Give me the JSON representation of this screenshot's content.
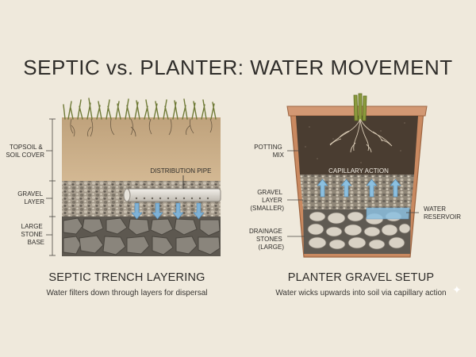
{
  "title": "SEPTIC vs. PLANTER: WATER MOVEMENT",
  "septic": {
    "heading": "SEPTIC TRENCH LAYERING",
    "subheading": "Water filters down through layers for dispersal",
    "labels": {
      "topsoil": [
        "TOPSOIL &",
        "SOIL COVER"
      ],
      "gravel": [
        "GRAVEL",
        "LAYER"
      ],
      "stone": [
        "LARGE",
        "STONE",
        "BASE"
      ],
      "pipe": "DISTRIBUTION PIPE"
    }
  },
  "planter": {
    "heading": "PLANTER GRAVEL SETUP",
    "subheading": "Water wicks upwards into soil via capillary action",
    "labels": {
      "potting": [
        "POTTING",
        "MIX"
      ],
      "capillary": "CAPILLARY ACTION",
      "gravel": [
        "GRAVEL",
        "LAYER",
        "(SMALLER)"
      ],
      "drainage": [
        "DRAINAGE",
        "STONES",
        "(LARGE)"
      ],
      "reservoir": [
        "WATER",
        "RESERVOIR"
      ]
    }
  },
  "colors": {
    "background": "#efe9dc",
    "soil": "#cdb08b",
    "gravel": "#9c9385",
    "stone": "#6f6a62",
    "water": "#8cc0e0",
    "pot": "#c98960",
    "potting_mix": "#4a3d31"
  },
  "icons": {
    "sparkle": "✦"
  }
}
